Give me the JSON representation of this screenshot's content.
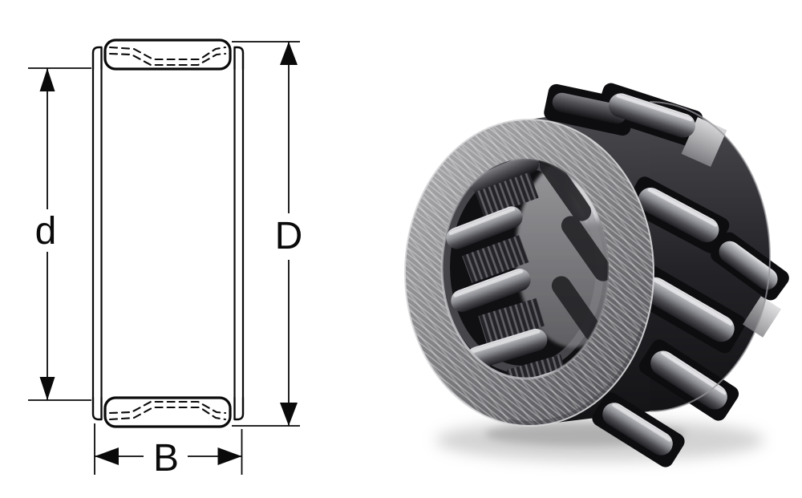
{
  "figure": {
    "drawing": {
      "labels": {
        "bore_diameter": "d",
        "outer_diameter": "D",
        "width": "B"
      },
      "line_color": "#0a0a0a",
      "background": "#ffffff"
    },
    "photo": {
      "colors": {
        "cage_dark": "#2c2c30",
        "face_gray": "#8b8b8e",
        "roller_light": "#c9c9cd",
        "bore_dark": "#101013",
        "shadow": "#9e9e9e"
      }
    }
  }
}
